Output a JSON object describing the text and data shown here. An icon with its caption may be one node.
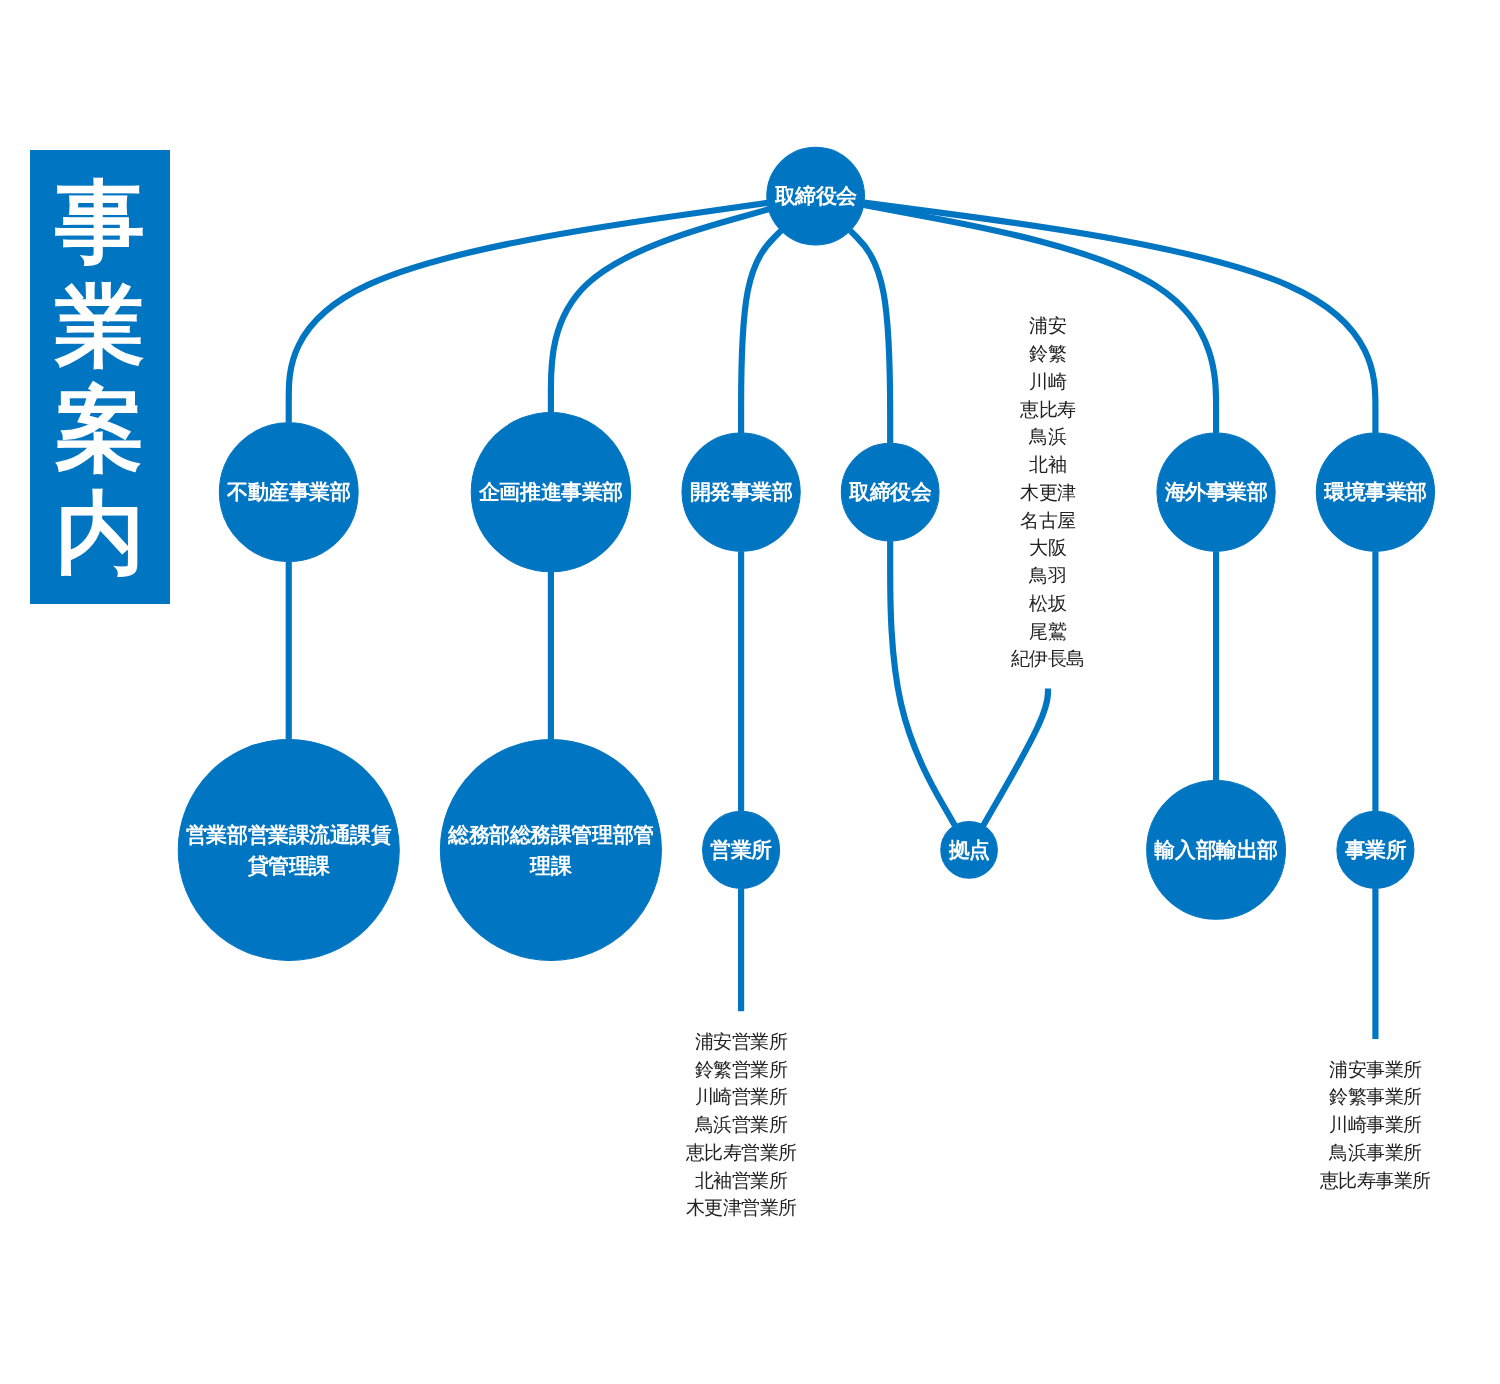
{
  "diagram": {
    "title": "事業案内",
    "nodes": [
      {
        "text": [
          "営業部営業課流通課賃貸管理課"
        ]
      },
      {
        "text": [
          "総務部総務課管理部管理課"
        ]
      },
      {
        "text": [
          "不動産事業部"
        ]
      },
      {
        "text": [
          "営業所"
        ]
      },
      {
        "text": [
          "企画推進事業部"
        ]
      },
      {
        "text": [
          "開発事業部"
        ]
      },
      {
        "text": [
          "取締役会"
        ]
      },
      {
        "text": [
          "浦安営業所",
          "鈴繁営業所",
          "川崎営業所",
          "鳥浜営業所",
          "恵比寿営業所",
          "北袖営業所",
          "木更津営業所"
        ]
      },
      {
        "text": [
          "取締役会"
        ]
      },
      {
        "text": [
          "海外事業部"
        ]
      },
      {
        "text": [
          "浦安",
          "鈴繁",
          "川崎",
          "恵比寿",
          "鳥浜",
          "北袖",
          "木更津",
          "名古屋",
          "大阪",
          "鳥羽",
          "松坂",
          "尾鷲",
          "紀伊長島"
        ]
      },
      {
        "text": [
          "拠点"
        ]
      },
      {
        "text": [
          "環境事業部"
        ]
      },
      {
        "text": [
          "輸入部輸出部"
        ]
      },
      {
        "text": [
          "事業所"
        ]
      },
      {
        "text": [
          "浦安事業所",
          "鈴繁事業所",
          "川崎事業所",
          "鳥浜事業所",
          "恵比寿事業所"
        ]
      }
    ],
    "edges": [
      {
        "from": 6,
        "to": 2,
        "arrow": "none"
      },
      {
        "from": 2,
        "to": 0,
        "arrow": "none"
      },
      {
        "from": 6,
        "to": 5,
        "arrow": "none"
      },
      {
        "from": 5,
        "to": 3,
        "arrow": "none"
      },
      {
        "from": 6,
        "to": 9,
        "arrow": "none"
      },
      {
        "from": 9,
        "to": 13,
        "arrow": "none"
      },
      {
        "from": 6,
        "to": 12,
        "arrow": "none"
      },
      {
        "from": 12,
        "to": 14,
        "arrow": "none"
      },
      {
        "from": 6,
        "to": 8,
        "arrow": "none"
      },
      {
        "from": 8,
        "to": 11,
        "arrow": "none"
      },
      {
        "from": 6,
        "to": 4,
        "arrow": "none"
      },
      {
        "from": 4,
        "to": 1,
        "arrow": "none"
      },
      {
        "from": 3,
        "to": 7,
        "arrow": "none"
      },
      {
        "from": 10,
        "to": 11,
        "arrow": "none"
      },
      {
        "from": 14,
        "to": 15,
        "arrow": "none"
      }
    ]
  }
}
